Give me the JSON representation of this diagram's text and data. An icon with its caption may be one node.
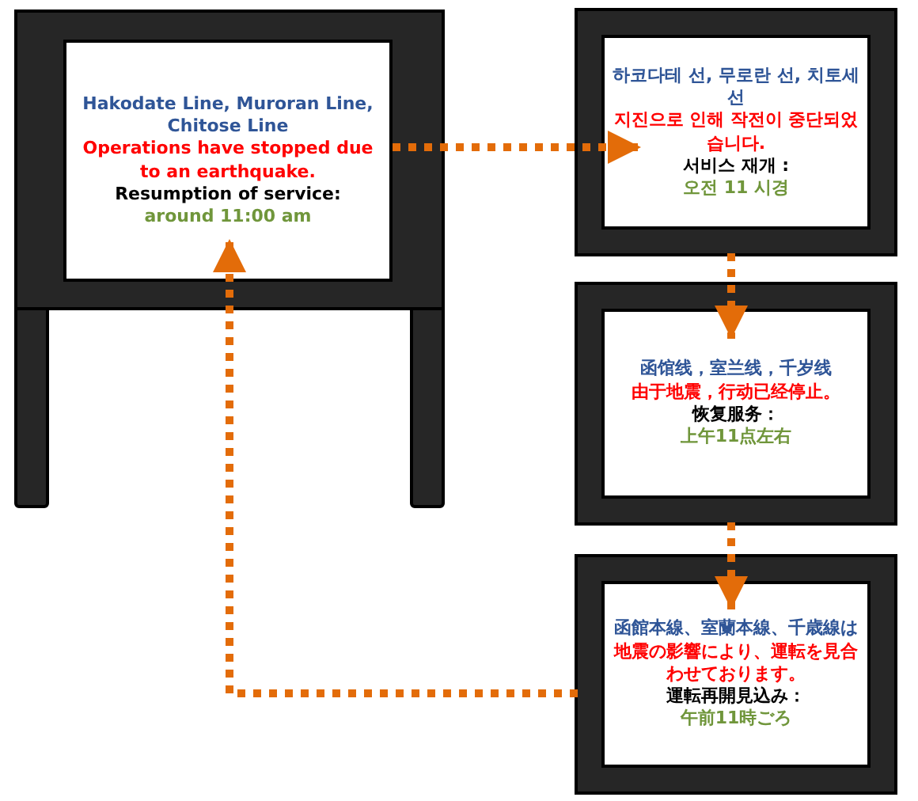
{
  "diagram": {
    "nodes": [
      {
        "text": [
          "Hakodate Line, Muroran Line, Chitose Line",
          "Operations have stopped due to an earthquake.",
          "Resumption of service:",
          "around 11:00 am"
        ]
      },
      {
        "text": [
          "하코다테 선, 무로란 선, 치토세 선",
          "지진으로 인해 작전이 중단되었습니다.",
          "서비스 재개 :",
          "오전 11 시경"
        ]
      },
      {
        "text": [
          "函馆线，室兰线，千岁线",
          "由于地震，行动已经停止。",
          "恢复服务：",
          "上午11点左右"
        ]
      },
      {
        "text": [
          "函館本線、室蘭本線、千歳線は",
          "地震の影響により、運転を見合わせております。",
          "運転再開見込み：",
          "午前11時ごろ"
        ]
      }
    ],
    "edges": [
      {
        "from": 0,
        "to": 1,
        "arrow": "to",
        "style": "dashed"
      },
      {
        "from": 1,
        "to": 2,
        "arrow": "to",
        "style": "dashed"
      },
      {
        "from": 2,
        "to": 3,
        "arrow": "to",
        "style": "dashed"
      },
      {
        "from": 3,
        "to": 0,
        "arrow": "to",
        "style": "dashed"
      }
    ]
  }
}
